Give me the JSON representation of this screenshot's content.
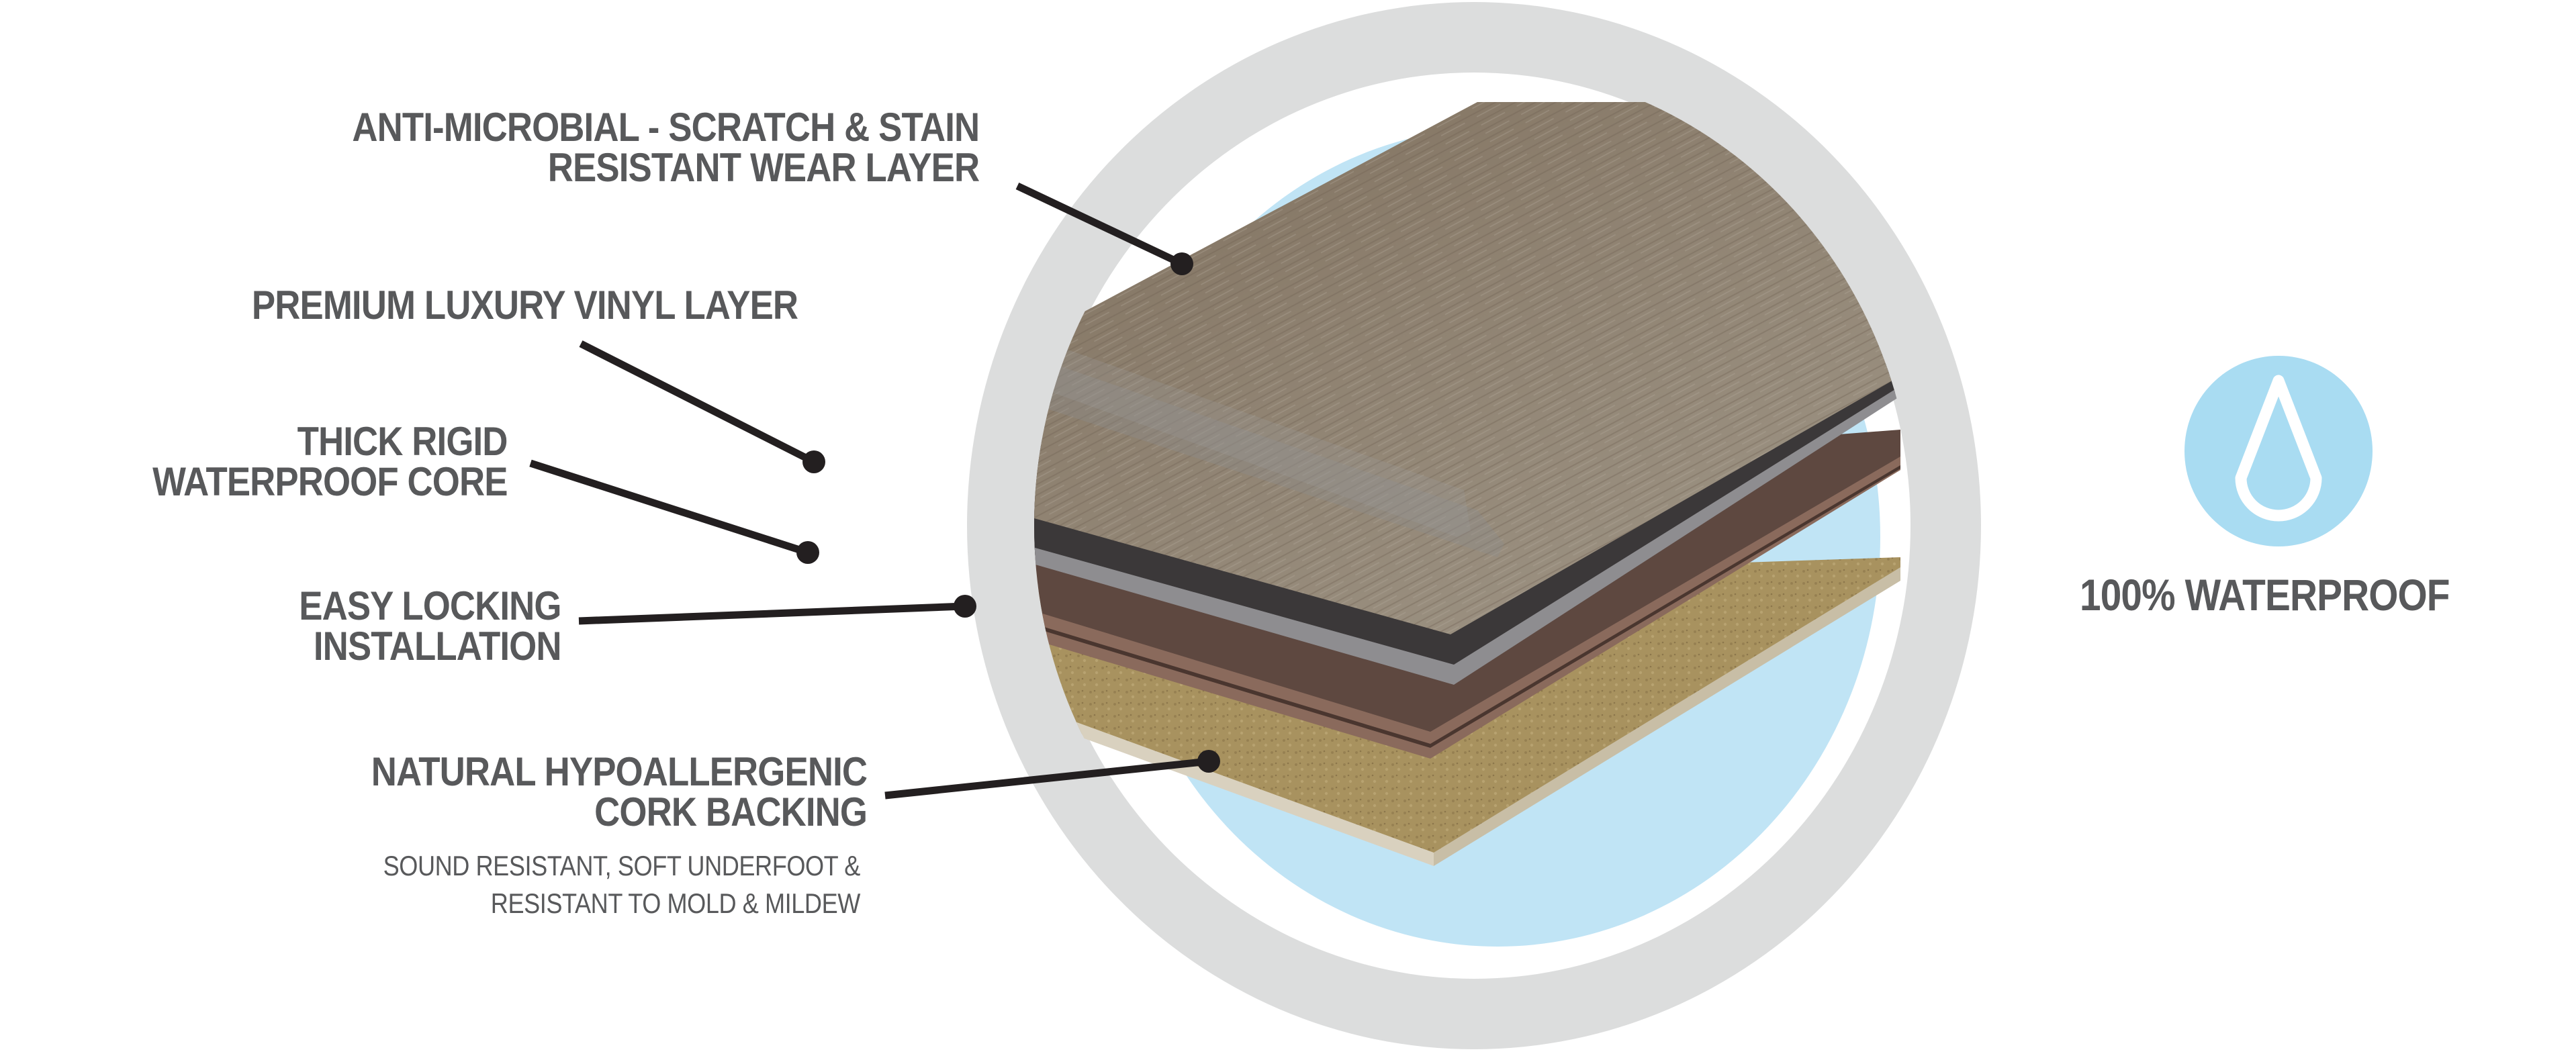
{
  "title": "Flooring layer construction diagram",
  "labels": {
    "wear_layer": {
      "line1": "ANTI-MICROBIAL - SCRATCH & STAIN",
      "line2": "RESISTANT WEAR LAYER"
    },
    "vinyl_layer": {
      "line1": "PREMIUM LUXURY VINYL LAYER"
    },
    "core": {
      "line1": "THICK RIGID",
      "line2": "WATERPROOF CORE"
    },
    "locking": {
      "line1": "EASY LOCKING",
      "line2": "INSTALLATION"
    },
    "cork": {
      "line1": "NATURAL HYPOALLERGENIC",
      "line2": "CORK BACKING",
      "sub1": "SOUND RESISTANT, SOFT UNDERFOOT &",
      "sub2": "RESISTANT TO MOLD & MILDEW"
    }
  },
  "badge": {
    "icon": "water-drop-icon",
    "text": "100% WATERPROOF"
  },
  "colors": {
    "label_text": "#58595b",
    "leader_line": "#231f20",
    "outer_ring": "#dcdddd",
    "inner_circle": "#c0e4f5",
    "badge_circle": "#a9dcf2",
    "wood_top": "#8e8170",
    "vinyl_dark": "#3b3839",
    "core_brown": "#5e4840",
    "core_light": "#8a6a5c",
    "cork": "#a8925f"
  }
}
